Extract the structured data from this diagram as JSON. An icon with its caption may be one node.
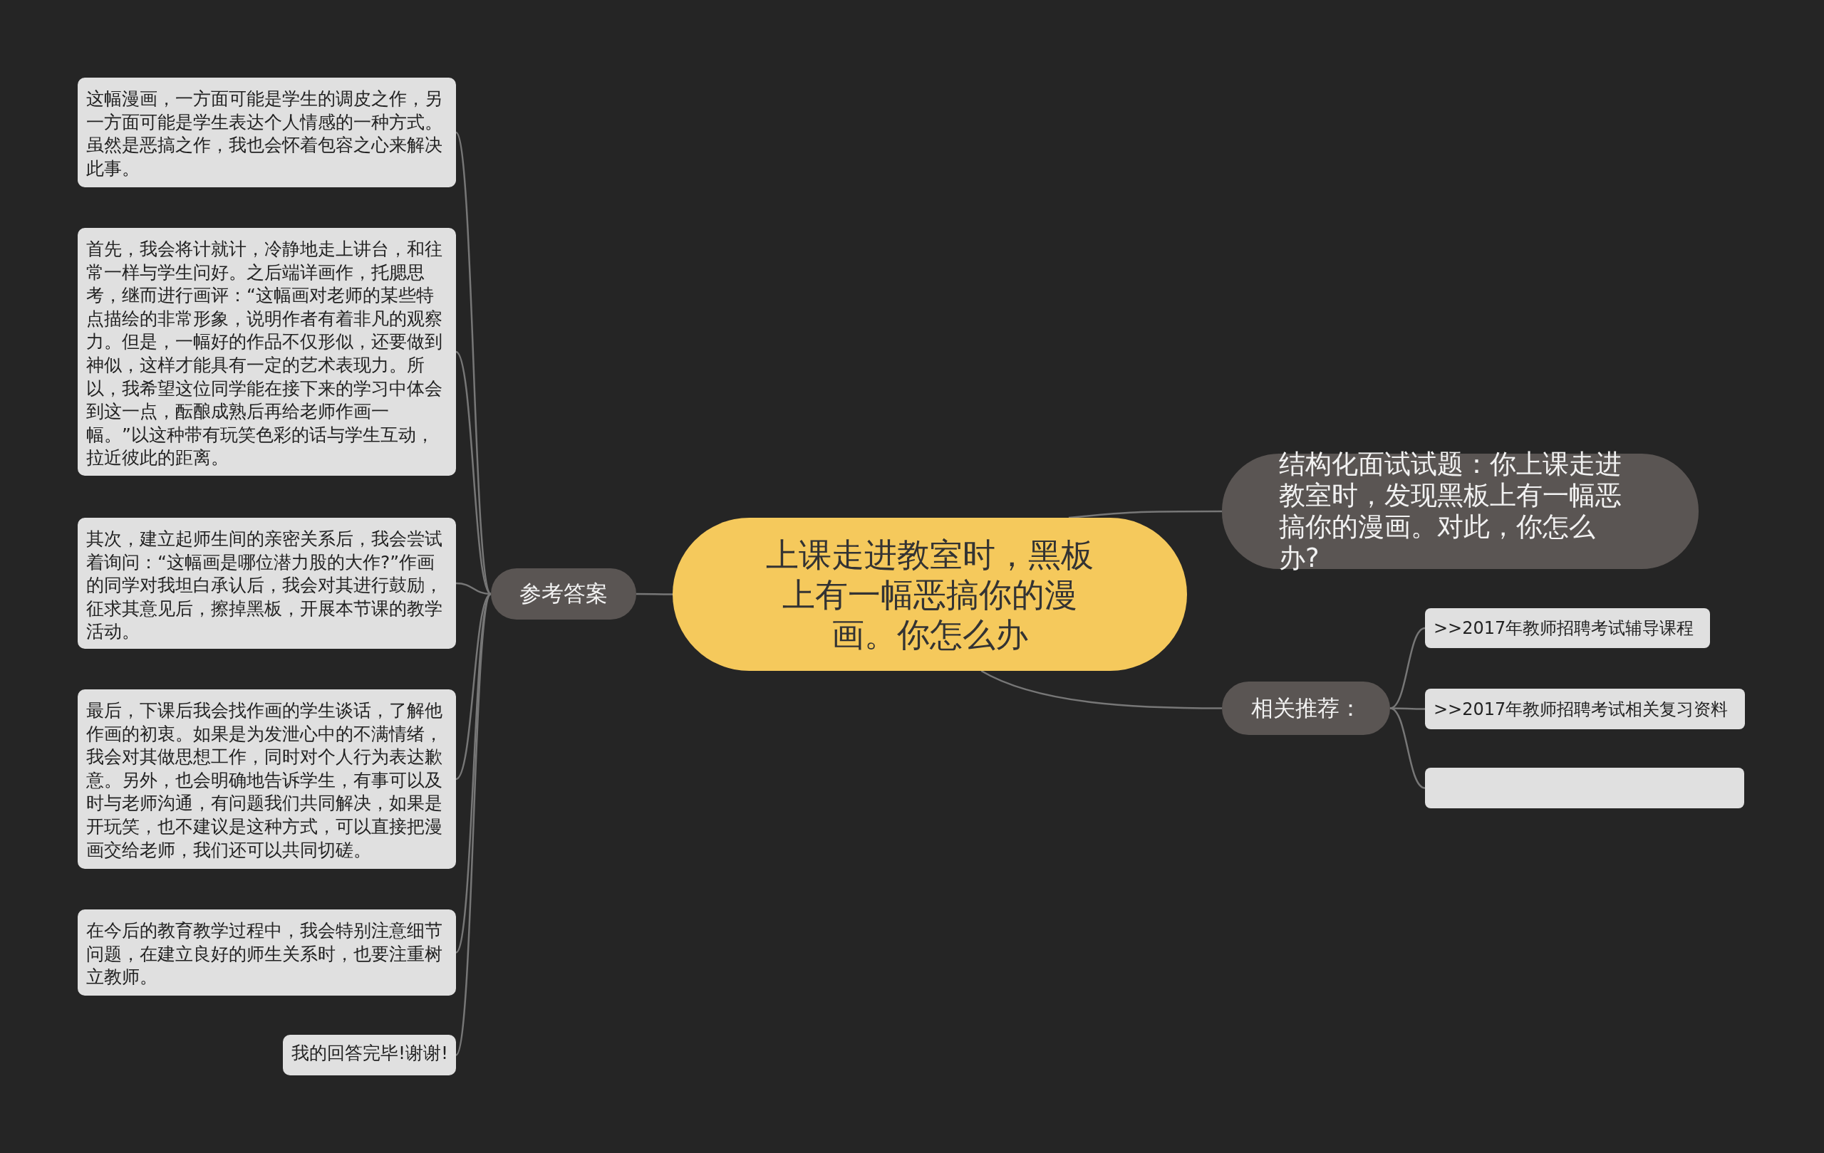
{
  "diagram": {
    "nodes": [
      {
        "text": [
          "上课走进教室时，黑板上有一幅恶搞你的漫画。你怎么办"
        ]
      },
      {
        "text": [
          "结构化面试试题：你上课走进教室时，发现黑板上有一幅恶搞你的漫画。对此，你怎么办?"
        ]
      },
      {
        "text": [
          "参考答案"
        ]
      },
      {
        "text": [
          "这幅漫画，一方面可能是学生的调皮之作，另一方面可能是学生表达个人情感的一种方式。虽然是恶搞之作，我也会怀着包容之心来解决此事。"
        ]
      },
      {
        "text": [
          "首先，我会将计就计，冷静地走上讲台，和往常一样与学生问好。之后端详画作，托腮思考，继而进行画评：“这幅画对老师的某些特点描绘的非常形象，说明作者有着非凡的观察力。但是，一幅好的作品不仅形似，还要做到神似，这样才能具有一定的艺术表现力。所以，我希望这位同学能在接下来的学习中体会到这一点，酝酿成熟后再给老师作画一幅。”以这种带有玩笑色彩的话与学生互动，拉近彼此的距离。"
        ]
      },
      {
        "text": [
          "其次，建立起师生间的亲密关系后，我会尝试着询问：“这幅画是哪位潜力股的大作?”作画的同学对我坦白承认后，我会对其进行鼓励，征求其意见后，擦掉黑板，开展本节课的教学活动。"
        ]
      },
      {
        "text": [
          "最后，下课后我会找作画的学生谈话，了解他作画的初衷。如果是为发泄心中的不满情绪，我会对其做思想工作，同时对个人行为表达歉意。另外，也会明确地告诉学生，有事可以及时与老师沟通，有问题我们共同解决，如果是开玩笑，也不建议是这种方式，可以直接把漫画交给老师，我们还可以共同切磋。"
        ]
      },
      {
        "text": [
          "在今后的教育教学过程中，我会特别注意细节问题，在建立良好的师生关系时，也要注重树立教师。"
        ]
      },
      {
        "text": [
          "我的回答完毕!谢谢!"
        ]
      },
      {
        "text": [
          "相关推荐："
        ]
      },
      {
        "text": [
          ">>2017年教师招聘考试辅导课程"
        ]
      },
      {
        "text": [
          ">>2017年教师招聘考试相关复习资料"
        ]
      },
      {
        "text": [],
        "shape": "box"
      }
    ],
    "edges": [
      {
        "from": 0,
        "to": 1,
        "arrow": "none"
      },
      {
        "from": 0,
        "to": 2,
        "arrow": "none"
      },
      {
        "from": 2,
        "to": 3,
        "arrow": "none"
      },
      {
        "from": 2,
        "to": 4,
        "arrow": "none"
      },
      {
        "from": 2,
        "to": 5,
        "arrow": "none"
      },
      {
        "from": 2,
        "to": 6,
        "arrow": "none"
      },
      {
        "from": 2,
        "to": 7,
        "arrow": "none"
      },
      {
        "from": 2,
        "to": 8,
        "arrow": "none"
      },
      {
        "from": 0,
        "to": 9,
        "arrow": "none"
      },
      {
        "from": 9,
        "to": 10,
        "arrow": "none"
      },
      {
        "from": 9,
        "to": 11,
        "arrow": "none"
      },
      {
        "from": 9,
        "to": 12,
        "arrow": "none"
      }
    ]
  }
}
